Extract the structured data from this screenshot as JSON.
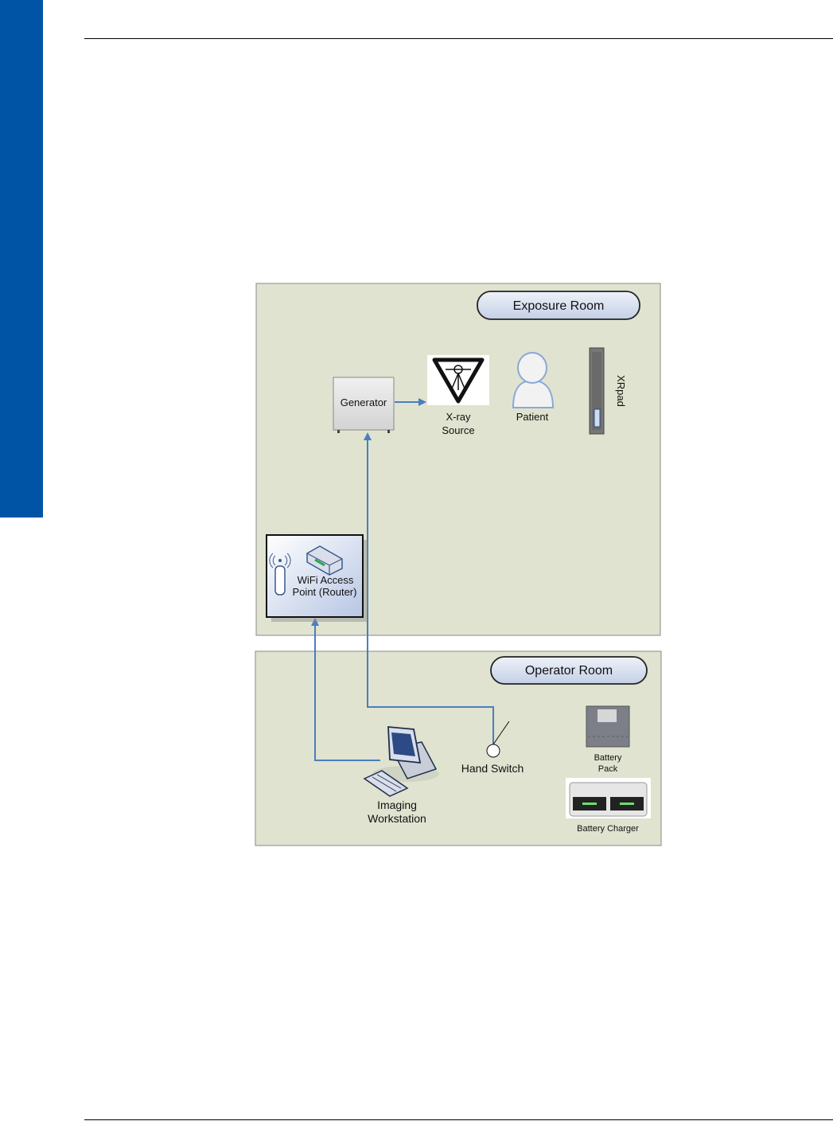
{
  "exposure_room": {
    "label": "Exposure Room"
  },
  "operator_room": {
    "label": "Operator Room"
  },
  "devices": {
    "generator": "Generator",
    "xray_source": [
      "X-ray",
      "Source"
    ],
    "patient": "Patient",
    "xrpad": "XRpad",
    "wifi": [
      "WiFi Access",
      "Point (Router)"
    ],
    "imaging_workstation": [
      "Imaging",
      "Workstation"
    ],
    "hand_switch": "Hand Switch",
    "battery_pack": [
      "Battery",
      "Pack"
    ],
    "battery_charger": "Battery Charger"
  },
  "colors": {
    "room_fill": "#dfe3cf",
    "connector": "#4a7ebf",
    "sidebar": "#0054a6",
    "label_pill": "#d7e0f0"
  }
}
